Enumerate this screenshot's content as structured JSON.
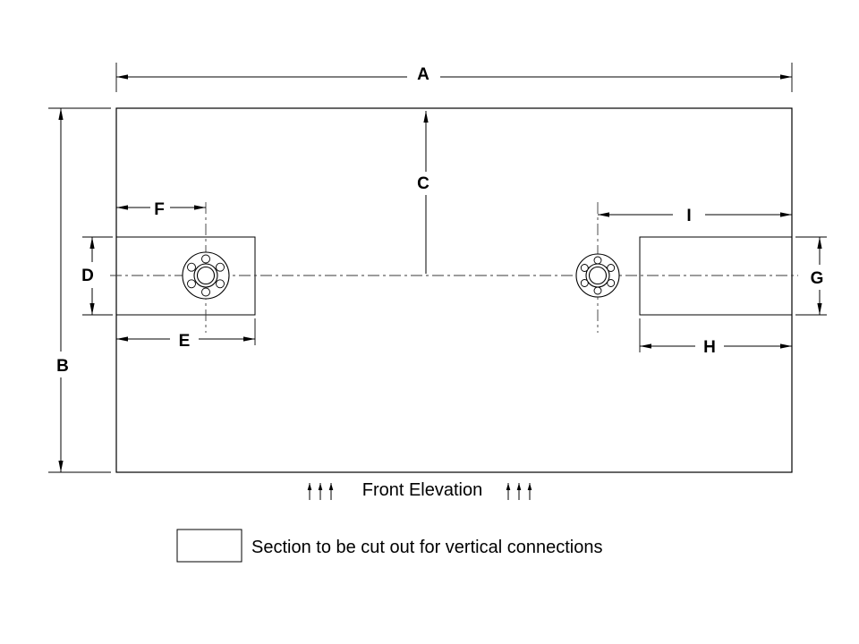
{
  "labels": {
    "A": "A",
    "B": "B",
    "C": "C",
    "D": "D",
    "E": "E",
    "F": "F",
    "G": "G",
    "H": "H",
    "I": "I"
  },
  "caption": "Front Elevation",
  "legend_text": "Section  to be cut out for vertical connections",
  "colors": {
    "cutout_fill": "#d9d9d9",
    "line": "#000000",
    "background": "#ffffff"
  }
}
